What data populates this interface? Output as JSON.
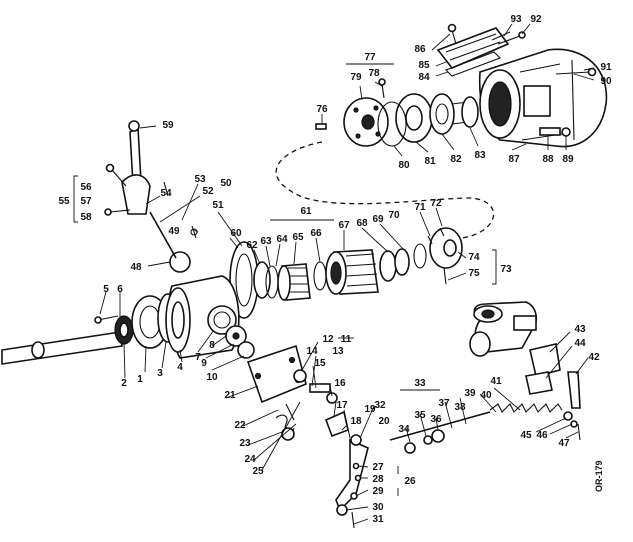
{
  "figure": {
    "drawing_code": "OR-179",
    "callouts": [
      "1",
      "2",
      "3",
      "4",
      "5",
      "6",
      "7",
      "8",
      "9",
      "10",
      "11",
      "12",
      "13",
      "14",
      "15",
      "16",
      "17",
      "18",
      "19",
      "20",
      "21",
      "22",
      "23",
      "24",
      "25",
      "26",
      "27",
      "28",
      "29",
      "30",
      "31",
      "32",
      "33",
      "34",
      "35",
      "36",
      "37",
      "38",
      "39",
      "40",
      "41",
      "42",
      "43",
      "44",
      "45",
      "46",
      "47",
      "48",
      "49",
      "50",
      "51",
      "52",
      "53",
      "54",
      "55",
      "56",
      "57",
      "58",
      "59",
      "60",
      "61",
      "62",
      "63",
      "64",
      "65",
      "66",
      "67",
      "68",
      "69",
      "70",
      "71",
      "72",
      "73",
      "74",
      "75",
      "76",
      "77",
      "78",
      "79",
      "80",
      "81",
      "82",
      "83",
      "84",
      "85",
      "86",
      "87",
      "88",
      "89",
      "90",
      "91",
      "92",
      "93"
    ]
  }
}
